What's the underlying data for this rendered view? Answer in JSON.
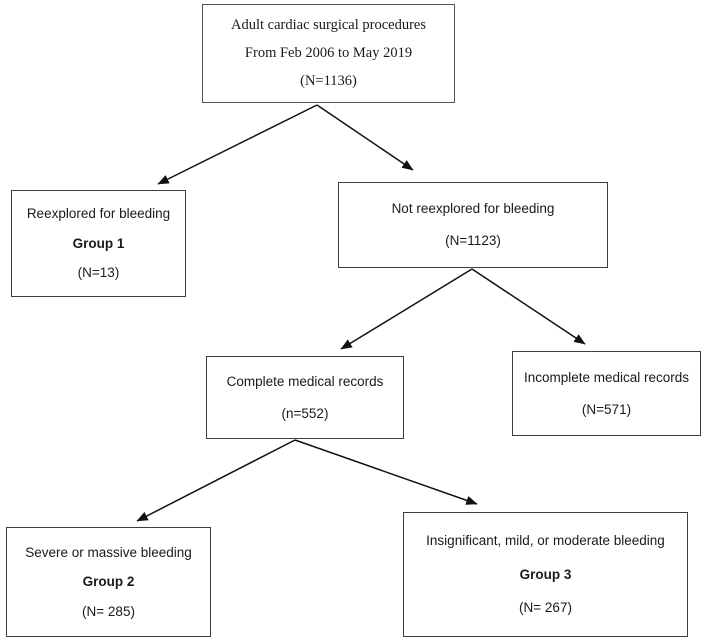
{
  "diagram": {
    "type": "flowchart",
    "orientation": "top-down",
    "edge_color": "#1a1a1a",
    "box_border_color": "#3f3f3f",
    "nodes": {
      "root": {
        "line1": "Adult cardiac surgical procedures",
        "line2": "From Feb 2006 to May 2019",
        "line3": "(N=1136)"
      },
      "reexplored": {
        "line1": "Reexplored for bleeding",
        "line2": "Group 1",
        "line3": "(N=13)"
      },
      "not_reexplored": {
        "line1": "Not reexplored for bleeding",
        "line2": "(N=1123)"
      },
      "complete_records": {
        "line1": "Complete medical records",
        "line2": "(n=552)"
      },
      "incomplete_records": {
        "line1": "Incomplete medical records",
        "line2": "(N=571)"
      },
      "severe_bleeding": {
        "line1": "Severe or massive bleeding",
        "line2": "Group 2",
        "line3": "(N= 285)"
      },
      "minor_bleeding": {
        "line1": "Insignificant, mild, or moderate bleeding",
        "line2": "Group 3",
        "line3": "(N= 267)"
      }
    },
    "edges": [
      {
        "from": "root",
        "to": "reexplored"
      },
      {
        "from": "root",
        "to": "not_reexplored"
      },
      {
        "from": "not_reexplored",
        "to": "complete_records"
      },
      {
        "from": "not_reexplored",
        "to": "incomplete_records"
      },
      {
        "from": "complete_records",
        "to": "severe_bleeding"
      },
      {
        "from": "complete_records",
        "to": "minor_bleeding"
      }
    ]
  }
}
